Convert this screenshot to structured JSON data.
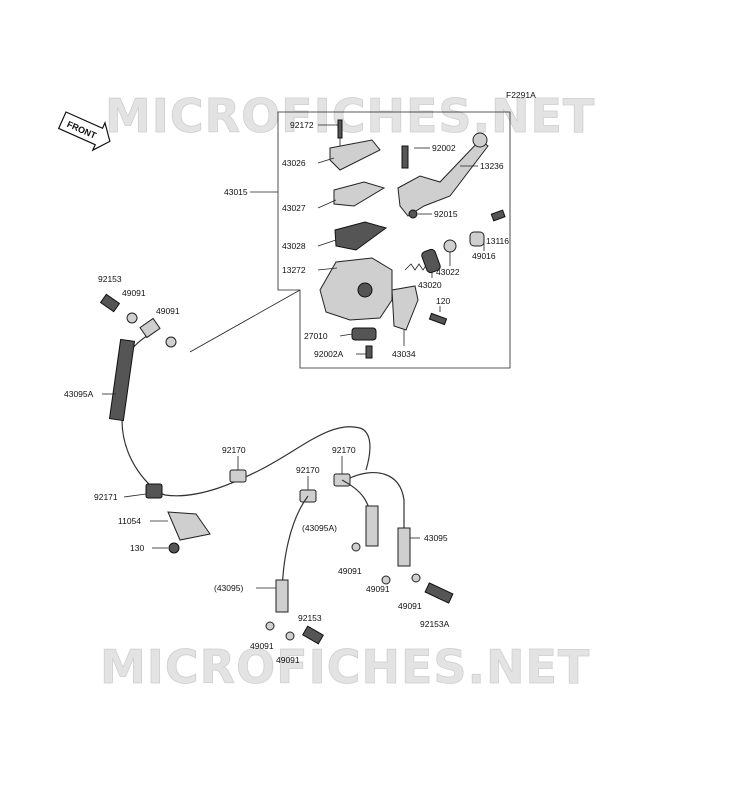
{
  "figure_code": "F2291A",
  "watermark": "MICROFICHES.NET",
  "front_badge": "FRONT",
  "parts": {
    "p92172": "92172",
    "p43026": "43026",
    "p43015": "43015",
    "p43027": "43027",
    "p43028": "43028",
    "p13272": "13272",
    "p92002": "92002",
    "p13236": "13236",
    "p92015": "92015",
    "p13116": "13116",
    "p49016": "49016",
    "p43022": "43022",
    "p43020": "43020",
    "p120": "120",
    "p27010": "27010",
    "p92002A": "92002A",
    "p43034": "43034",
    "p92153_top": "92153",
    "p49091_a": "49091",
    "p49091_b": "49091",
    "p43095A": "43095A",
    "p92170_a": "92170",
    "p92170_b": "92170",
    "p92170_c": "92170",
    "p92171": "92171",
    "p11054": "11054",
    "p130": "130",
    "p43095A_paren": "(43095A)",
    "p43095": "43095",
    "p49091_c": "49091",
    "p49091_d": "49091",
    "p49091_e": "49091",
    "p92153A": "92153A",
    "p43095_paren": "(43095)",
    "p92153_low": "92153",
    "p49091_f": "49091",
    "p49091_g": "49091"
  }
}
